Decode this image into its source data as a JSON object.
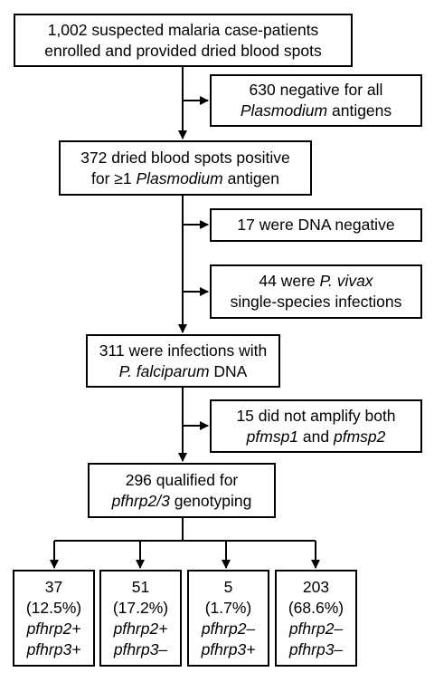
{
  "main_boxes": {
    "enrolled": {
      "line1": "1,002 suspected malaria case-patients",
      "line2": "enrolled and provided dried blood spots"
    },
    "positive": {
      "line1": "372 dried blood spots positive",
      "line2_prefix": "for ≥1 ",
      "line2_italic": "Plasmodium",
      "line2_suffix": " antigen"
    },
    "falciparum": {
      "line1": "311 were infections with",
      "line2_italic": "P. falciparum",
      "line2_suffix": " DNA"
    },
    "qualified": {
      "line1": "296 qualified for",
      "line2_italic": "pfhrp2/3",
      "line2_suffix": " genotyping"
    }
  },
  "side_boxes": {
    "negative_antigen": {
      "line1": "630 negative for all",
      "line2_italic": "Plasmodium",
      "line2_suffix": " antigens"
    },
    "dna_negative": {
      "line1": "17 were DNA negative"
    },
    "vivax": {
      "line1_prefix": "44 were ",
      "line1_italic": "P. vivax",
      "line2": "single-species infections"
    },
    "not_amplified": {
      "line1": "15 did not amplify both",
      "line2_italic_a": "pfmsp1",
      "line2_mid": " and ",
      "line2_italic_b": "pfmsp2"
    }
  },
  "outcomes": [
    {
      "count": "37",
      "percent": "(12.5%)",
      "gene1": "pfhrp2+",
      "gene2": "pfhrp3+"
    },
    {
      "count": "51",
      "percent": "(17.2%)",
      "gene1": "pfhrp2+",
      "gene2": "pfhrp3–"
    },
    {
      "count": "5",
      "percent": "(1.7%)",
      "gene1": "pfhrp2–",
      "gene2": "pfhrp3+"
    },
    {
      "count": "203",
      "percent": "(68.6%)",
      "gene1": "pfhrp2–",
      "gene2": "pfhrp3–"
    }
  ]
}
